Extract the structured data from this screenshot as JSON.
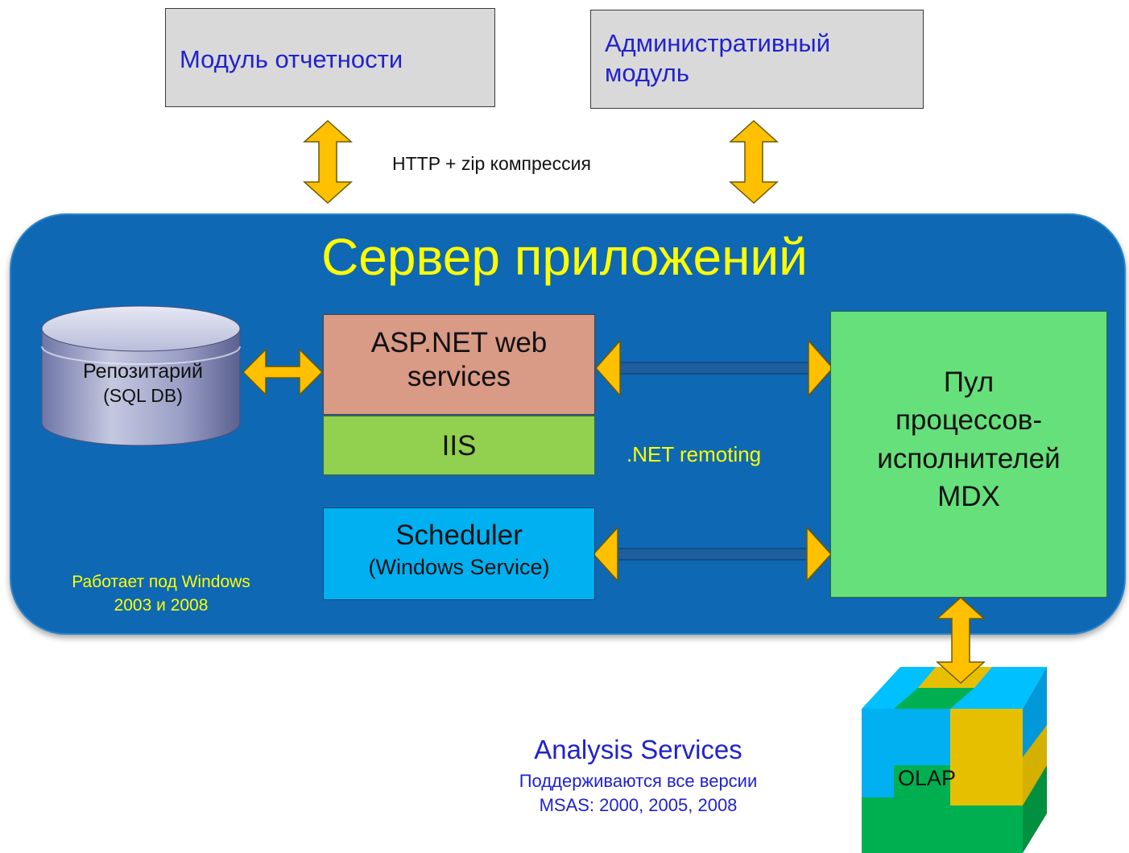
{
  "clients": {
    "report_module": "Модуль отчетности",
    "admin_module_line1": "Административный",
    "admin_module_line2": "модуль"
  },
  "protocol_label": "HTTP + zip компрессия",
  "server": {
    "title": "Сервер приложений",
    "asp_line1": "ASP.NET web",
    "asp_line2": "services",
    "iis": "IIS",
    "scheduler_title": "Scheduler",
    "scheduler_sub": "(Windows Service)",
    "remoting_label": ".NET remoting",
    "pool_line1": "Пул",
    "pool_line2": "процессов-",
    "pool_line3": "исполнителей",
    "pool_line4": "MDX",
    "os_line1": "Работает под Windows",
    "os_line2": "2003 и 2008",
    "repository_title": "Репозитарий",
    "repository_sub": "(SQL DB)"
  },
  "analysis": {
    "title": "Analysis Services",
    "sub1": "Поддерживаются все версии",
    "sub2": "MSAS: 2000, 2005, 2008",
    "olap": "OLAP"
  },
  "colors": {
    "server_bg": "#0f68b4",
    "arrow": "#ffc000",
    "title_yellow": "#ffff00",
    "client_text": "#2222cc"
  }
}
